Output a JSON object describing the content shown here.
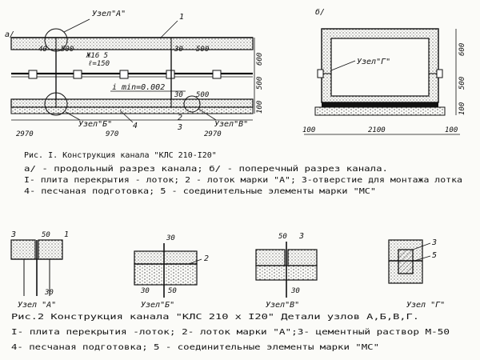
{
  "fig_a": {
    "label_a": "а/",
    "nodes": {
      "a": "Узел\"А\"",
      "b": "Узел\"Б\"",
      "v": "Узел\"В\""
    },
    "callouts": {
      "c1": "1",
      "c2": "2",
      "c3": "3",
      "c4": "4"
    },
    "rebar": "Ж16 5",
    "spacing": "ℓ=150",
    "slope": "i min=0.002",
    "dims_top": {
      "d40": "40",
      "d500a": "500",
      "d30": "30",
      "d500b": "500"
    },
    "dims_mid": {
      "d30": "30",
      "d500": "500"
    },
    "dims_bottom": {
      "d2970a": "2970",
      "d970": "970",
      "d2970b": "2970"
    },
    "dims_right": {
      "d600": "600",
      "d500": "500",
      "d100": "100"
    }
  },
  "fig_b": {
    "label_b": "б/",
    "node_g": "Узел\"Г\"",
    "dims": {
      "d100a": "100",
      "d2100": "2100",
      "d100b": "100",
      "d600": "600",
      "d500": "500",
      "d100": "100"
    }
  },
  "caption1": {
    "title": "Рис. I. Конструкция канала \"КЛС 210-I20\"",
    "line1": "а/ - продольный разрез канала; б/ - поперечный разрез канала.",
    "line2": "I- плита перекрытия - лоток; 2 - лоток марки \"А\"; 3-отверстие для монтажа лотка",
    "line3": "4- песчаная подготовка; 5 - соединительные элементы марки \"МС\""
  },
  "details": {
    "a": {
      "name": "Узел \"А\"",
      "n3": "3",
      "n50": "50",
      "n1": "1",
      "n30": "30"
    },
    "b": {
      "name": "Узел\"Б\"",
      "n30a": "30",
      "n2": "2",
      "n30b": "30",
      "n50": "50"
    },
    "v": {
      "name": "Узел\"В\"",
      "n50": "50",
      "n3": "3",
      "n30": "30"
    },
    "g": {
      "name": "Узел \"Г\"",
      "n3": "3",
      "n5": "5"
    }
  },
  "caption2": {
    "title": "Рис.2 Конструкция канала \"КЛС 210 х I20\" Детали узлов А,Б,В,Г.",
    "line1": "I- плита перекрытия -лоток; 2- лоток марки \"А\";3- цементный раствор М-50",
    "line2": "4- песчаная подготовка; 5 - соединительные элементы марки \"МС\""
  }
}
